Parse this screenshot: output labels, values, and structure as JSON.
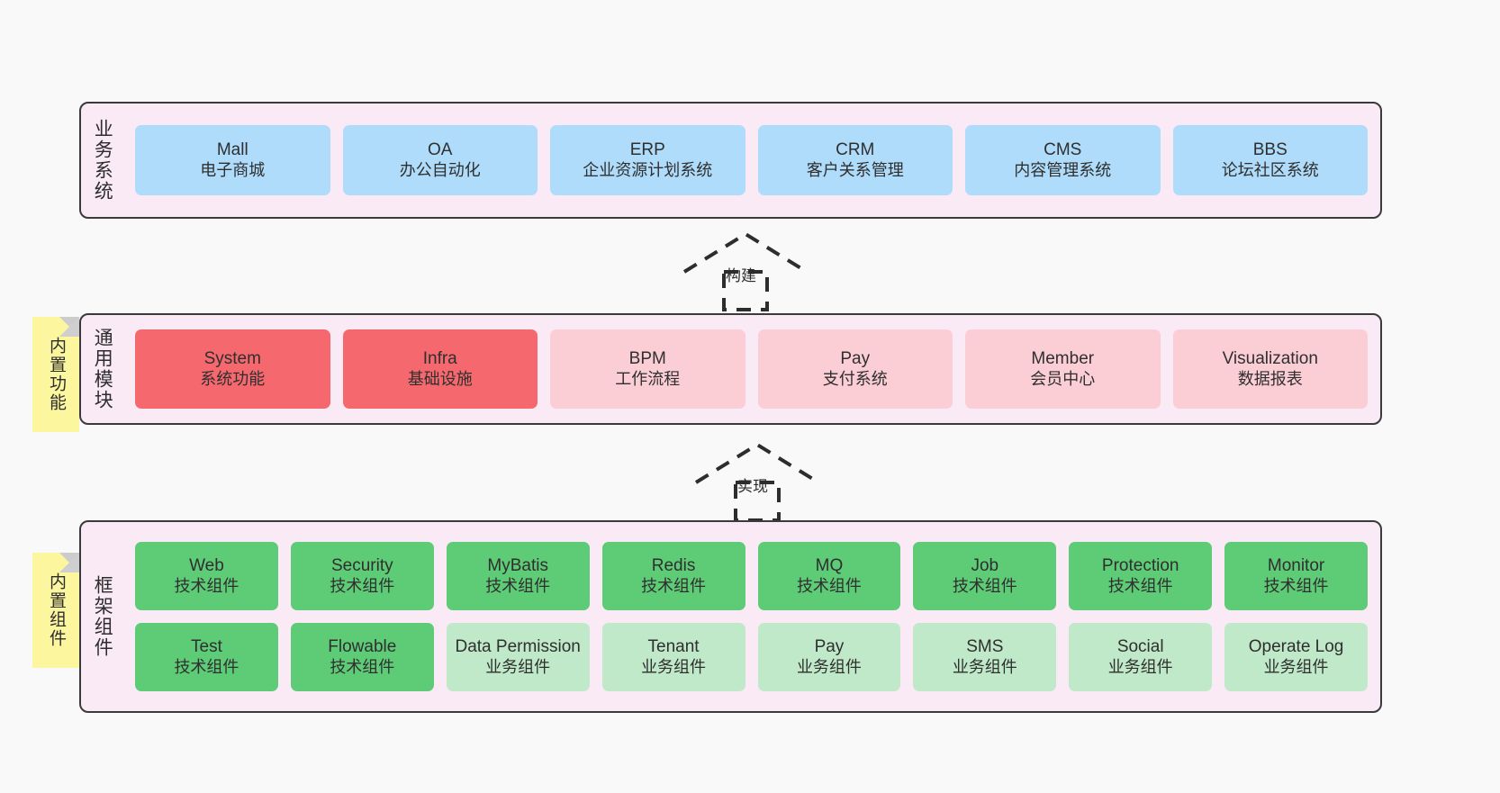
{
  "diagram": {
    "layers": [
      {
        "id": "business-system",
        "title": "业务系统",
        "note": null,
        "rows": [
          {
            "style": "blue",
            "cards": [
              {
                "en": "Mall",
                "cn": "电子商城"
              },
              {
                "en": "OA",
                "cn": "办公自动化"
              },
              {
                "en": "ERP",
                "cn": "企业资源计划系统"
              },
              {
                "en": "CRM",
                "cn": "客户关系管理"
              },
              {
                "en": "CMS",
                "cn": "内容管理系统"
              },
              {
                "en": "BBS",
                "cn": "论坛社区系统"
              }
            ]
          }
        ]
      },
      {
        "id": "common-module",
        "title": "通用模块",
        "note": "内置功能",
        "rows": [
          {
            "style": "mixed",
            "cards": [
              {
                "en": "System",
                "cn": "系统功能",
                "style": "red"
              },
              {
                "en": "Infra",
                "cn": "基础设施",
                "style": "red"
              },
              {
                "en": "BPM",
                "cn": "工作流程",
                "style": "pink"
              },
              {
                "en": "Pay",
                "cn": "支付系统",
                "style": "pink"
              },
              {
                "en": "Member",
                "cn": "会员中心",
                "style": "pink"
              },
              {
                "en": "Visualization",
                "cn": "数据报表",
                "style": "pink"
              }
            ]
          }
        ]
      },
      {
        "id": "framework-component",
        "title": "框架组件",
        "note": "内置组件",
        "rows": [
          {
            "style": "green",
            "cards": [
              {
                "en": "Web",
                "cn": "技术组件",
                "style": "green"
              },
              {
                "en": "Security",
                "cn": "技术组件",
                "style": "green"
              },
              {
                "en": "MyBatis",
                "cn": "技术组件",
                "style": "green"
              },
              {
                "en": "Redis",
                "cn": "技术组件",
                "style": "green"
              },
              {
                "en": "MQ",
                "cn": "技术组件",
                "style": "green"
              },
              {
                "en": "Job",
                "cn": "技术组件",
                "style": "green"
              },
              {
                "en": "Protection",
                "cn": "技术组件",
                "style": "green"
              },
              {
                "en": "Monitor",
                "cn": "技术组件",
                "style": "green"
              }
            ]
          },
          {
            "style": "lgreen",
            "cards": [
              {
                "en": "Test",
                "cn": "技术组件",
                "style": "green"
              },
              {
                "en": "Flowable",
                "cn": "技术组件",
                "style": "green"
              },
              {
                "en": "Data Permission",
                "cn": "业务组件",
                "style": "lgreen"
              },
              {
                "en": "Tenant",
                "cn": "业务组件",
                "style": "lgreen"
              },
              {
                "en": "Pay",
                "cn": "业务组件",
                "style": "lgreen"
              },
              {
                "en": "SMS",
                "cn": "业务组件",
                "style": "lgreen"
              },
              {
                "en": "Social",
                "cn": "业务组件",
                "style": "lgreen"
              },
              {
                "en": "Operate Log",
                "cn": "业务组件",
                "style": "lgreen"
              }
            ]
          }
        ]
      }
    ],
    "arrows": [
      {
        "id": "arrow-build",
        "label": "构建"
      },
      {
        "id": "arrow-implement",
        "label": "实现"
      }
    ],
    "colors": {
      "blue": "#aedcfa",
      "red": "#f4686e",
      "pink": "#fbcdd5",
      "green": "#5ecb77",
      "light_green": "#bfe9c8",
      "container": "#f9eaf6",
      "note": "#fcf79f",
      "outline": "#3a3a3a",
      "background": "#f9f9f9"
    }
  }
}
